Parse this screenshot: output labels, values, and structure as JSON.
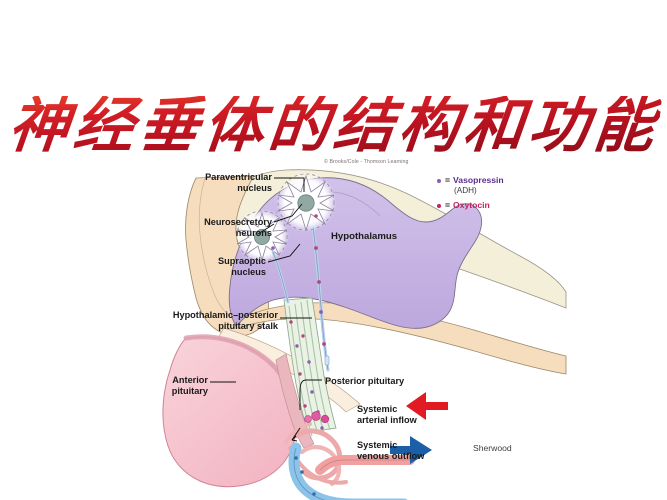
{
  "slide": {
    "title": "神经垂体的结构和功能",
    "title_color": "#c8102e",
    "background_color": "#ffffff",
    "credit": "© Brooks/Cole - Thomson Learning",
    "attribution": "Sherwood"
  },
  "legend": {
    "items": [
      {
        "name": "vasopressin",
        "symbol": "dot",
        "color": "#8a5fb0",
        "equals": "=",
        "label": "Vasopressin",
        "sublabel": "(ADH)",
        "label_color": "#5b2d8e"
      },
      {
        "name": "oxytocin",
        "symbol": "dot",
        "color": "#c02360",
        "equals": "=",
        "label": "Oxytocin",
        "sublabel": "",
        "label_color": "#c02360"
      }
    ]
  },
  "diagram": {
    "type": "anatomical-illustration",
    "subject": "Hypothalamus and posterior pituitary (neurohypophysis)",
    "labels": {
      "paraventricular_nucleus": "Paraventricular\nnucleus",
      "neurosecretory_neurons": "Neurosecretory\nneurons",
      "supraoptic_nucleus": "Supraoptic\nnucleus",
      "hypothalamus": "Hypothalamus",
      "hypothalamic_posterior_pituitary_stalk": "Hypothalamic–posterior\npituitary stalk",
      "anterior_pituitary": "Anterior\npituitary",
      "posterior_pituitary": "Posterior pituitary",
      "systemic_arterial_inflow": "Systemic\narterial inflow",
      "systemic_venous_outflow": "Systemic\nvenous outflow"
    },
    "colors": {
      "hypothalamus_fill": "#c9b6e4",
      "brain_tissue_fill": "#f2ddc0",
      "brain_tissue_light": "#f7ecd8",
      "cream_band": "#f3efd9",
      "anterior_pituitary_fill": "#f6c3cc",
      "anterior_pituitary_rim": "#e5a0b0",
      "stalk_fill": "#e4efdd",
      "axon_tract": "#cfe3cf",
      "neuron_body": "#ffffff",
      "neuron_nucleus": "#8fa9a4",
      "artery": "#f2a3a3",
      "vein": "#8cc3e8",
      "capillary_pink": "#eda9a9",
      "arrow_arterial": "#e01b24",
      "arrow_venous": "#1a5fa8",
      "outline": "#6b6470"
    },
    "arrows": [
      {
        "name": "arterial-inflow-arrow",
        "direction": "left",
        "color": "#e01b24"
      },
      {
        "name": "venous-outflow-arrow",
        "direction": "right",
        "color": "#1a5fa8"
      }
    ],
    "neurons": [
      {
        "name": "paraventricular-neuron",
        "nucleus": "paraventricular"
      },
      {
        "name": "supraoptic-neuron",
        "nucleus": "supraoptic"
      }
    ]
  }
}
